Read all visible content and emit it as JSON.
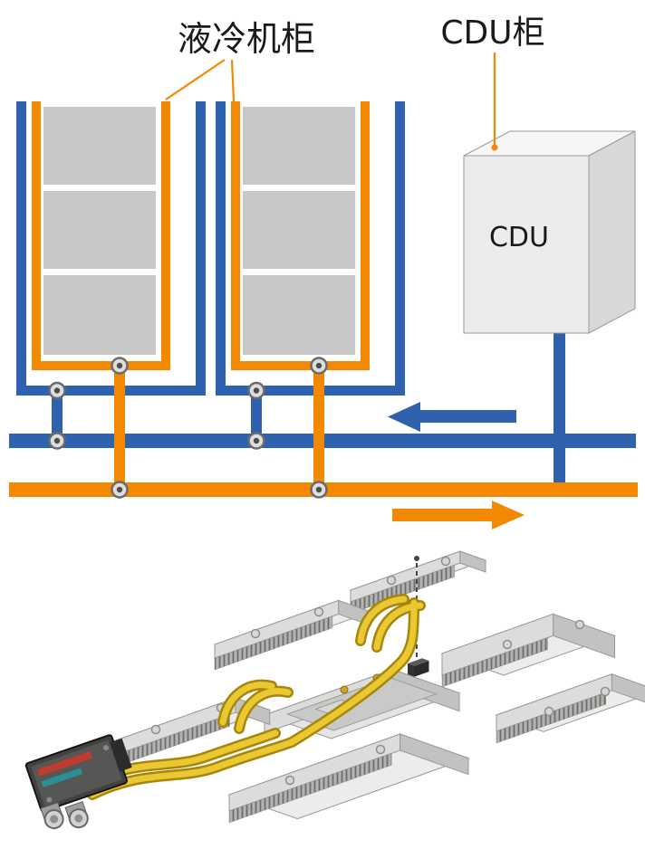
{
  "figure": {
    "background": "#FFFFFF",
    "labels": {
      "liquid_cooled_cabinet": "液冷机柜",
      "cdu_cabinet": "CDU柜",
      "cdu_unit": "CDU"
    },
    "colors": {
      "cold_pipe_blue": "#2E62AE",
      "warm_pipe_orange": "#F28900",
      "cabinet_body_gray": "#C8C8C8",
      "cdu_face_gray": "#ECECEA",
      "hose_yellow": "#E9C832",
      "connector_dark_gray": "#424240",
      "valve_gray": "#DEDEDE"
    },
    "flow_arrows": [
      {
        "name": "cold-supply-flow",
        "direction": "left",
        "color": "#2E62AE"
      },
      {
        "name": "warm-return-flow",
        "direction": "right",
        "color": "#F28900"
      }
    ]
  }
}
